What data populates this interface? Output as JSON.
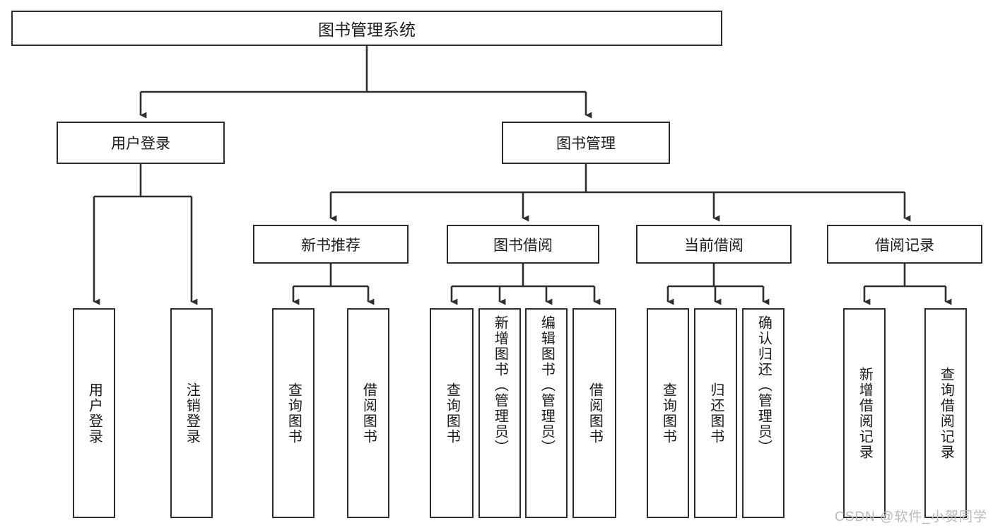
{
  "diagram": {
    "title": "图书管理系统",
    "type": "tree-hierarchy-diagram",
    "root": {
      "label": "图书管理系统"
    },
    "level1": [
      {
        "label": "用户登录"
      },
      {
        "label": "图书管理"
      }
    ],
    "level2": [
      {
        "label": "新书推荐"
      },
      {
        "label": "图书借阅"
      },
      {
        "label": "当前借阅"
      },
      {
        "label": "借阅记录"
      }
    ],
    "leaves": {
      "user_login": [
        {
          "label": "用户登录"
        },
        {
          "label": "注销登录"
        }
      ],
      "new_book_recommend": [
        {
          "label": "查询图书"
        },
        {
          "label": "借阅图书"
        }
      ],
      "book_borrow": [
        {
          "label": "查询图书"
        },
        {
          "label": "新增图书（管理员）"
        },
        {
          "label": "编辑图书（管理员）"
        },
        {
          "label": "借阅图书"
        }
      ],
      "current_borrow": [
        {
          "label": "查询图书"
        },
        {
          "label": "归还图书"
        },
        {
          "label": "确认归还（管理员）"
        }
      ],
      "borrow_record": [
        {
          "label": "新增借阅记录"
        },
        {
          "label": "查询借阅记录"
        }
      ]
    }
  },
  "watermark": {
    "text": "CSDN @软件_小贺同学"
  },
  "colors": {
    "border": "#2e2e2e",
    "background": "#ffffff",
    "text": "#1b1b1b",
    "watermark": "#b9b9b9"
  }
}
